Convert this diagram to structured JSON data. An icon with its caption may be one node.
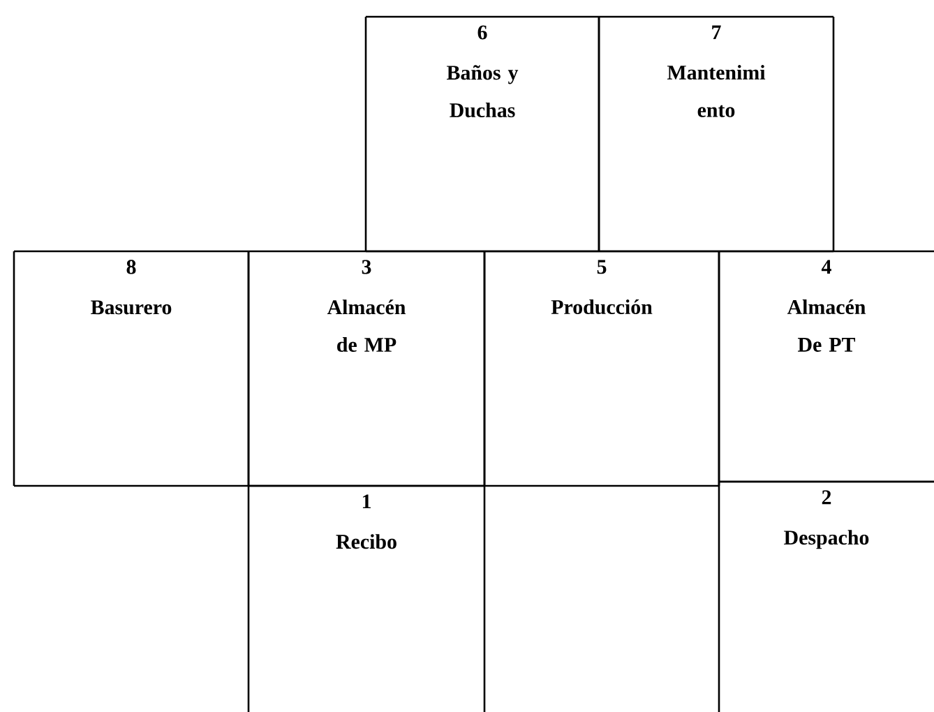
{
  "diagram": {
    "nodes": [
      {
        "text": [
          "6",
          "Baños y Duchas"
        ]
      },
      {
        "text": [
          "7",
          "Mantenimi ento"
        ]
      },
      {
        "text": [
          "8",
          "Basurero"
        ]
      },
      {
        "text": [
          "3",
          "Almacén de MP"
        ]
      },
      {
        "text": [
          "5",
          "Producción"
        ]
      },
      {
        "text": [
          "4",
          "Almacén De PT"
        ]
      },
      {
        "text": [
          "1",
          "Recibo"
        ]
      },
      {
        "text": [
          "2",
          "Despacho"
        ]
      }
    ]
  }
}
